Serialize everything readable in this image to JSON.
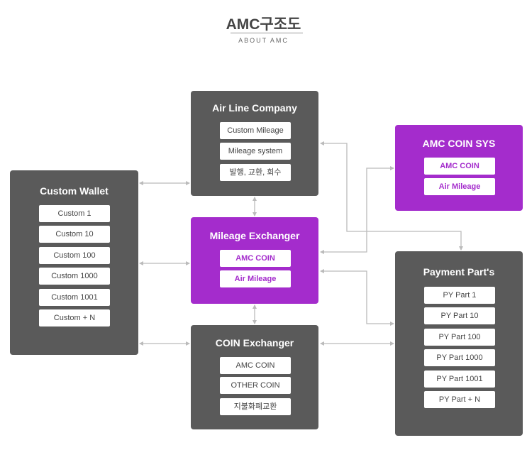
{
  "header": {
    "title": "AMC구조도",
    "subtitle": "ABOUT AMC"
  },
  "boxes": {
    "airline": {
      "title": "Air Line Company",
      "items": [
        "Custom Mileage",
        "Mileage system",
        "발행, 교환, 회수"
      ]
    },
    "amc_sys": {
      "title": "AMC COIN SYS",
      "items": [
        "AMC COIN",
        "Air Mileage"
      ]
    },
    "wallet": {
      "title": "Custom Wallet",
      "items": [
        "Custom 1",
        "Custom 10",
        "Custom 100",
        "Custom 1000",
        "Custom 1001",
        "Custom + N"
      ]
    },
    "mileage_ex": {
      "title": "Mileage Exchanger",
      "items": [
        "AMC COIN",
        "Air Mileage"
      ]
    },
    "payment": {
      "title": "Payment Part's",
      "items": [
        "PY Part 1",
        "PY Part 10",
        "PY Part 100",
        "PY Part 1000",
        "PY Part 1001",
        "PY Part + N"
      ]
    },
    "coin_ex": {
      "title": "COIN Exchanger",
      "items": [
        "AMC COIN",
        "OTHER COIN",
        "지불화폐교환"
      ]
    }
  },
  "colors": {
    "dark_box": "#5a5a5a",
    "purple_box": "#a42ccc",
    "connector": "#bbbbbb"
  }
}
